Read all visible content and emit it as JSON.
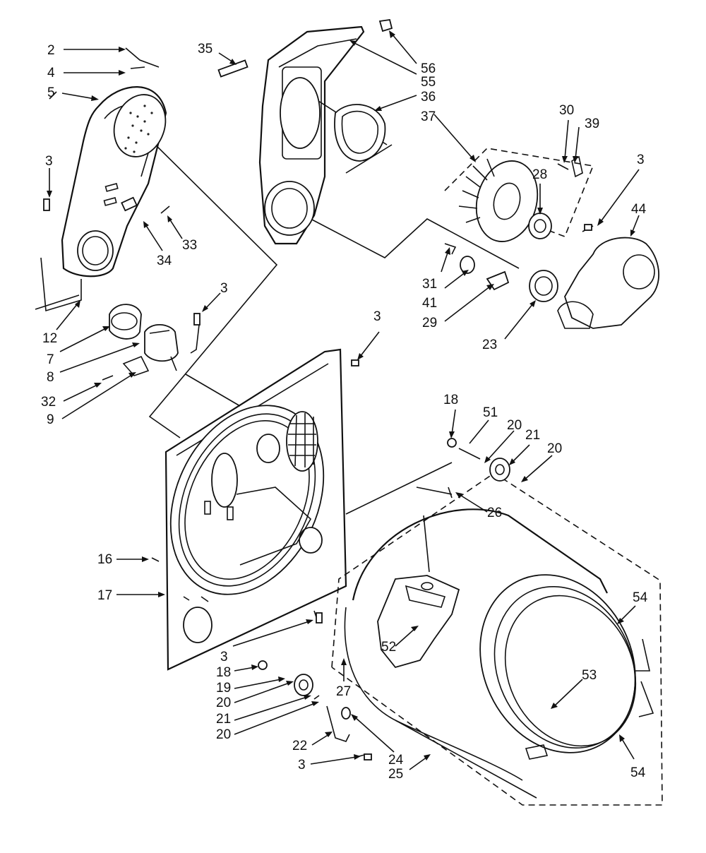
{
  "diagram": {
    "parts": [
      {
        "id": "p2",
        "label": "2"
      },
      {
        "id": "p4",
        "label": "4"
      },
      {
        "id": "p5",
        "label": "5"
      },
      {
        "id": "p3a",
        "label": "3"
      },
      {
        "id": "p12",
        "label": "12"
      },
      {
        "id": "p7",
        "label": "7"
      },
      {
        "id": "p8",
        "label": "8"
      },
      {
        "id": "p32",
        "label": "32"
      },
      {
        "id": "p9",
        "label": "9"
      },
      {
        "id": "p34",
        "label": "34"
      },
      {
        "id": "p33",
        "label": "33"
      },
      {
        "id": "p3b",
        "label": "3"
      },
      {
        "id": "p35",
        "label": "35"
      },
      {
        "id": "p56",
        "label": "56"
      },
      {
        "id": "p55",
        "label": "55"
      },
      {
        "id": "p36",
        "label": "36"
      },
      {
        "id": "p37",
        "label": "37"
      },
      {
        "id": "p30",
        "label": "30"
      },
      {
        "id": "p39",
        "label": "39"
      },
      {
        "id": "p3c",
        "label": "3"
      },
      {
        "id": "p44",
        "label": "44"
      },
      {
        "id": "p28",
        "label": "28"
      },
      {
        "id": "p31",
        "label": "31"
      },
      {
        "id": "p41",
        "label": "41"
      },
      {
        "id": "p29",
        "label": "29"
      },
      {
        "id": "p23",
        "label": "23"
      },
      {
        "id": "p3d",
        "label": "3"
      },
      {
        "id": "p18a",
        "label": "18"
      },
      {
        "id": "p51",
        "label": "51"
      },
      {
        "id": "p20a",
        "label": "20"
      },
      {
        "id": "p21a",
        "label": "21"
      },
      {
        "id": "p20b",
        "label": "20"
      },
      {
        "id": "p26",
        "label": "26"
      },
      {
        "id": "p16",
        "label": "16"
      },
      {
        "id": "p17",
        "label": "17"
      },
      {
        "id": "p3e",
        "label": "3"
      },
      {
        "id": "p18b",
        "label": "18"
      },
      {
        "id": "p19",
        "label": "19"
      },
      {
        "id": "p20c",
        "label": "20"
      },
      {
        "id": "p21b",
        "label": "21"
      },
      {
        "id": "p20d",
        "label": "20"
      },
      {
        "id": "p22",
        "label": "22"
      },
      {
        "id": "p3f",
        "label": "3"
      },
      {
        "id": "p24",
        "label": "24"
      },
      {
        "id": "p25",
        "label": "25"
      },
      {
        "id": "p27",
        "label": "27"
      },
      {
        "id": "p52",
        "label": "52"
      },
      {
        "id": "p53",
        "label": "53"
      },
      {
        "id": "p54a",
        "label": "54"
      },
      {
        "id": "p54b",
        "label": "54"
      }
    ]
  }
}
